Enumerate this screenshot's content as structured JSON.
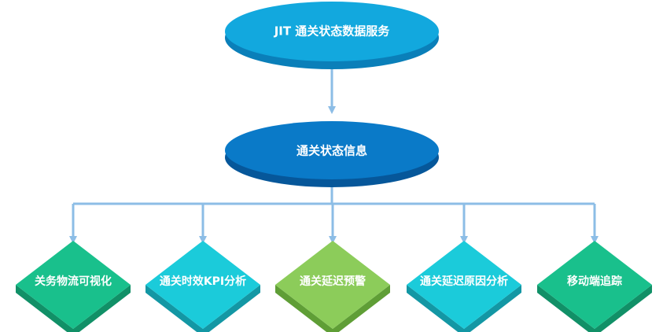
{
  "top_node": {
    "label": "JIT 通关状态数据服务"
  },
  "middle_node": {
    "label": "通关状态信息"
  },
  "leaves": [
    {
      "label": "关务物流可视化"
    },
    {
      "label": "通关时效KPI分析"
    },
    {
      "label": "通关延迟预警"
    },
    {
      "label": "通关延迟原因分析"
    },
    {
      "label": "移动端追踪"
    }
  ],
  "colors": {
    "top_fill": "#12A8DE",
    "top_side": "#0A7FB9",
    "middle_fill": "#0A7AC8",
    "middle_side": "#06579A",
    "arrow": "#8CBDE6",
    "leaf_green_dark": "#19C08C",
    "leaf_green_dark_side": "#119067",
    "leaf_cyan": "#1BCBDA",
    "leaf_cyan_side": "#1397A4",
    "leaf_green_light": "#8CCC5A",
    "leaf_green_light_side": "#5F9E36"
  }
}
